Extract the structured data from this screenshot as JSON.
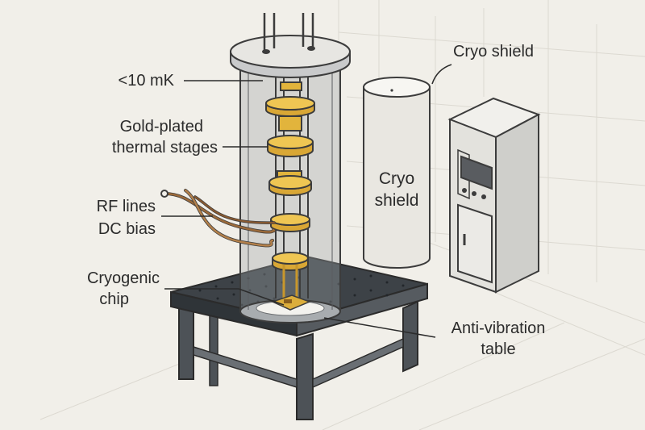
{
  "labels": {
    "temp": "<10 mK",
    "stages_line1": "Gold-plated",
    "stages_line2": "thermal stages",
    "rf": "RF lines",
    "dc": "DC bias",
    "chip_line1": "Cryogenic",
    "chip_line2": "chip",
    "shield_top": "Cryo shield",
    "shield_body_line1": "Cryo",
    "shield_body_line2": "shield",
    "table_line1": "Anti-vibration",
    "table_line2": "table"
  },
  "colors": {
    "background": "#f1efe9",
    "gold": "#e2b43c",
    "steel": "#4d5257",
    "cable": "#9b6a3a"
  }
}
